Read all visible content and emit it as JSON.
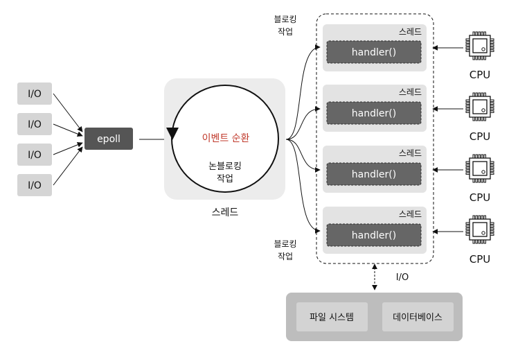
{
  "io_inputs": [
    "I/O",
    "I/O",
    "I/O",
    "I/O"
  ],
  "epoll_label": "epoll",
  "event_loop": {
    "cycle_label": "이벤트 순환",
    "nonblocking_line1": "논블로킹",
    "nonblocking_line2": "작업",
    "thread_caption": "스레드"
  },
  "blocking_top": {
    "line1": "블로킹",
    "line2": "작업"
  },
  "blocking_bottom": {
    "line1": "블로킹",
    "line2": "작업"
  },
  "workers": [
    {
      "thread_label": "스레드",
      "handler_label": "handler()",
      "cpu_label": "CPU"
    },
    {
      "thread_label": "스레드",
      "handler_label": "handler()",
      "cpu_label": "CPU"
    },
    {
      "thread_label": "스레드",
      "handler_label": "handler()",
      "cpu_label": "CPU"
    },
    {
      "thread_label": "스레드",
      "handler_label": "handler()",
      "cpu_label": "CPU"
    }
  ],
  "io_link_label": "I/O",
  "storage": {
    "filesystem": "파일 시스템",
    "database": "데이터베이스"
  },
  "colors": {
    "io_box": "#d5d5d5",
    "epoll_box": "#555555",
    "loop_panel": "#ececec",
    "thread_panel": "#e3e3e3",
    "handler_box": "#666666",
    "storage_panel": "#bdbdbd",
    "storage_inner": "#d3d3d3",
    "accent_red": "#c0392b"
  }
}
